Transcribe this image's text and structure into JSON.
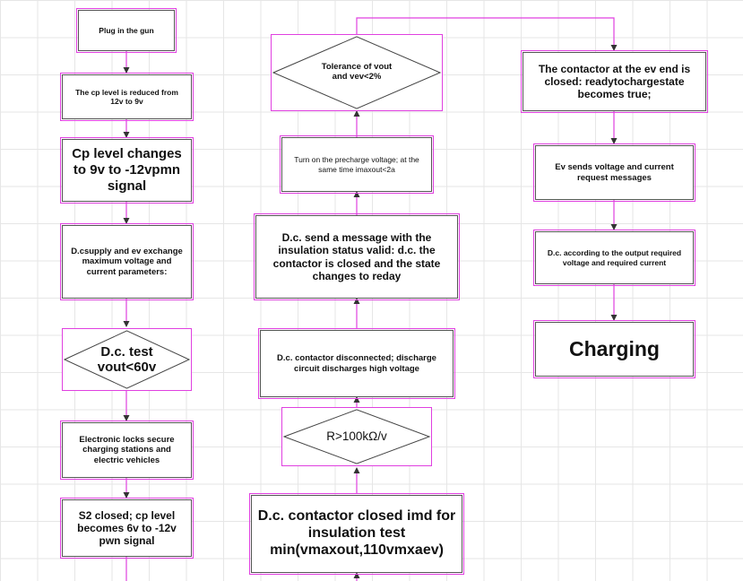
{
  "nodes": {
    "plug_in": "Plug in the gun",
    "cp_reduced": "The cp level is reduced from 12v to 9v",
    "cp_changes": "Cp level changes to 9v to -12vpmn signal",
    "dc_exchange": "D.csupply and ev exchange maximum voltage and current parameters:",
    "dc_test": "D.c. test vout<60v",
    "locks": "Electronic locks secure charging stations and electric vehicles",
    "s2_closed": "S2 closed; cp level becomes 6v to -12v pwn signal",
    "imd_test": "D.c. contactor closed imd for insulation test min(vmaxout,110vmxaev)",
    "resistance": "R>100kΩ/v",
    "disconnected": "D.c. contactor disconnected; discharge circuit discharges high voltage",
    "insulation_valid": "D.c. send a message with the insulation status valid: d.c. the contactor is closed and the state changes to reday",
    "precharge": "Turn on the precharge voltage; at the same time imaxout<2a",
    "tolerance": "Tolerance of vout and vev<2%",
    "ev_contactor": "The contactor at the ev end is closed: readytochargestate becomes true;",
    "ev_sends": "Ev sends voltage and current request messages",
    "dc_output": "D.c. according to the output required voltage and required current",
    "charging": "Charging"
  },
  "colors": {
    "highlight": "#e040e0",
    "connector": "#333333",
    "grid": "#e6e6e6"
  }
}
